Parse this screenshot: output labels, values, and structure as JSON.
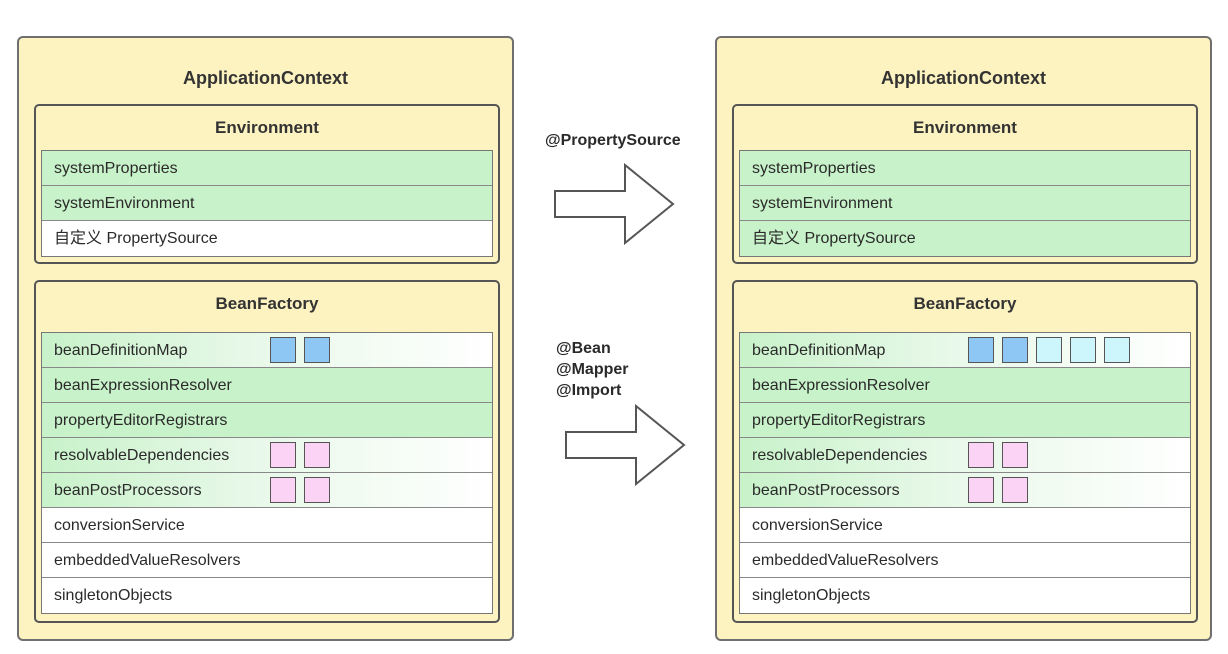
{
  "left": {
    "title": "ApplicationContext",
    "environment": {
      "title": "Environment",
      "rows": [
        {
          "label": "systemProperties",
          "style": "green"
        },
        {
          "label": "systemEnvironment",
          "style": "green"
        },
        {
          "label": "自定义 PropertySource",
          "style": "white"
        }
      ]
    },
    "beanfactory": {
      "title": "BeanFactory",
      "rows": [
        {
          "label": "beanDefinitionMap",
          "style": "fade",
          "chips": [
            "blue",
            "blue"
          ]
        },
        {
          "label": "beanExpressionResolver",
          "style": "green",
          "chips": []
        },
        {
          "label": "propertyEditorRegistrars",
          "style": "green",
          "chips": []
        },
        {
          "label": "resolvableDependencies",
          "style": "fade",
          "chips": [
            "pink",
            "pink"
          ]
        },
        {
          "label": "beanPostProcessors",
          "style": "fade",
          "chips": [
            "pink",
            "pink"
          ]
        },
        {
          "label": "conversionService",
          "style": "white",
          "chips": []
        },
        {
          "label": "embeddedValueResolvers",
          "style": "white",
          "chips": []
        },
        {
          "label": "singletonObjects",
          "style": "white",
          "chips": []
        }
      ]
    }
  },
  "right": {
    "title": "ApplicationContext",
    "environment": {
      "title": "Environment",
      "rows": [
        {
          "label": "systemProperties",
          "style": "green"
        },
        {
          "label": "systemEnvironment",
          "style": "green"
        },
        {
          "label": "自定义 PropertySource",
          "style": "green"
        }
      ]
    },
    "beanfactory": {
      "title": "BeanFactory",
      "rows": [
        {
          "label": "beanDefinitionMap",
          "style": "fade",
          "chips": [
            "blue",
            "blue",
            "cyan",
            "cyan",
            "cyan"
          ]
        },
        {
          "label": "beanExpressionResolver",
          "style": "green",
          "chips": []
        },
        {
          "label": "propertyEditorRegistrars",
          "style": "green",
          "chips": []
        },
        {
          "label": "resolvableDependencies",
          "style": "fade",
          "chips": [
            "pink",
            "pink"
          ]
        },
        {
          "label": "beanPostProcessors",
          "style": "fade",
          "chips": [
            "pink",
            "pink"
          ]
        },
        {
          "label": "conversionService",
          "style": "white",
          "chips": []
        },
        {
          "label": "embeddedValueResolvers",
          "style": "white",
          "chips": []
        },
        {
          "label": "singletonObjects",
          "style": "white",
          "chips": []
        }
      ]
    }
  },
  "arrows": {
    "top_label": "@PropertySource",
    "bottom_labels": [
      "@Bean",
      "@Mapper",
      "@Import"
    ]
  },
  "colors": {
    "panel": "#fdf3c0",
    "green_row": "#c8f2c9",
    "chip_blue": "#8ec7f4",
    "chip_cyan": "#ccf6fb",
    "chip_pink": "#fbd3f5"
  }
}
